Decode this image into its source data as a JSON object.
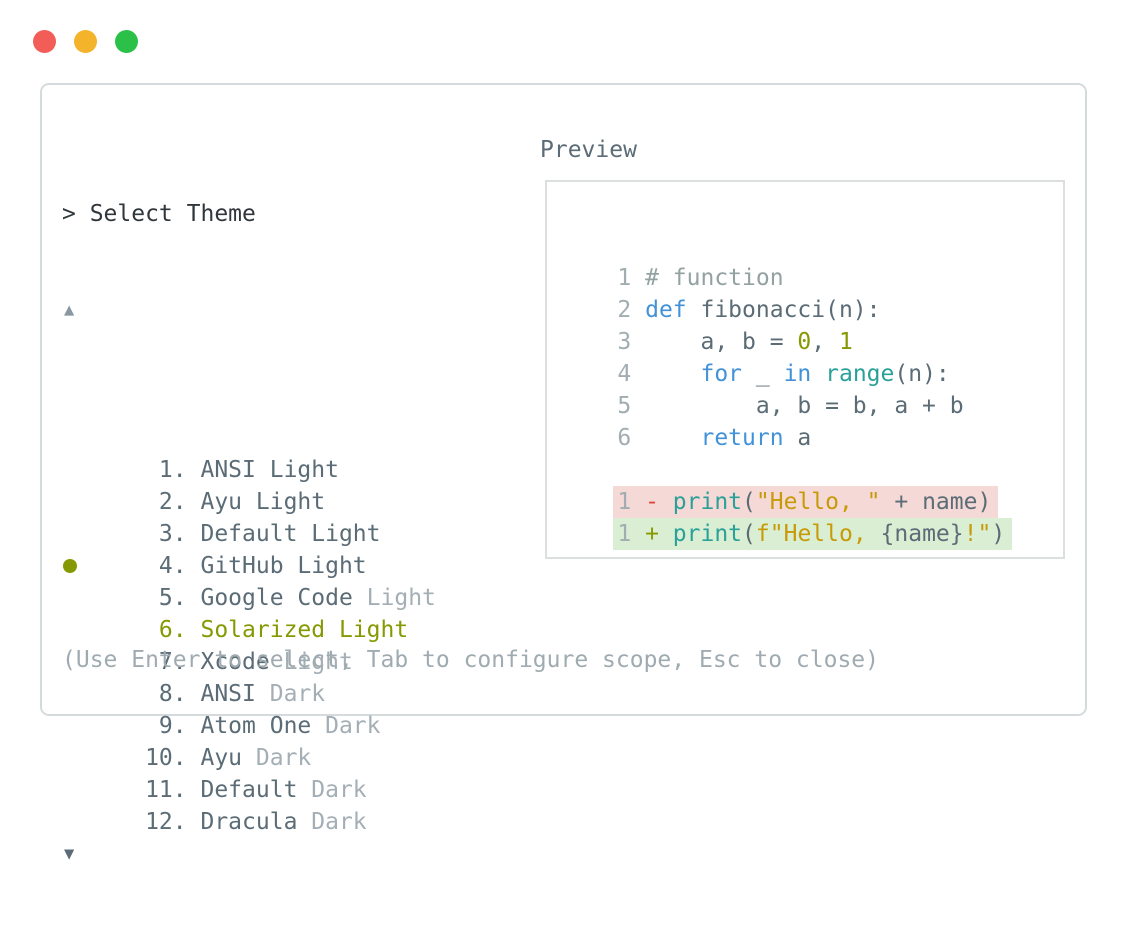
{
  "window": {
    "controls": [
      {
        "icon": "close-circle-icon",
        "color": "#f25d58"
      },
      {
        "icon": "minimize-circle-icon",
        "color": "#f3b32a"
      },
      {
        "icon": "zoom-circle-icon",
        "color": "#2bc148"
      }
    ]
  },
  "theme_picker": {
    "prompt": "> Select Theme",
    "scroll_up_icon": "▲",
    "scroll_down_icon": "▼",
    "items": [
      {
        "number": 1,
        "name": "ANSI",
        "variant": "Light",
        "selected": false,
        "muted_variant": false
      },
      {
        "number": 2,
        "name": "Ayu",
        "variant": "Light",
        "selected": false,
        "muted_variant": false
      },
      {
        "number": 3,
        "name": "Default",
        "variant": "Light",
        "selected": false,
        "muted_variant": false
      },
      {
        "number": 4,
        "name": "GitHub",
        "variant": "Light",
        "selected": false,
        "muted_variant": false
      },
      {
        "number": 5,
        "name": "Google Code",
        "variant": "Light",
        "selected": false,
        "muted_variant": true
      },
      {
        "number": 6,
        "name": "Solarized",
        "variant": "Light",
        "selected": true,
        "muted_variant": false
      },
      {
        "number": 7,
        "name": "Xcode",
        "variant": "Light",
        "selected": false,
        "muted_variant": true
      },
      {
        "number": 8,
        "name": "ANSI",
        "variant": "Dark",
        "selected": false,
        "muted_variant": true
      },
      {
        "number": 9,
        "name": "Atom One",
        "variant": "Dark",
        "selected": false,
        "muted_variant": true
      },
      {
        "number": 10,
        "name": "Ayu",
        "variant": "Dark",
        "selected": false,
        "muted_variant": true
      },
      {
        "number": 11,
        "name": "Default",
        "variant": "Dark",
        "selected": false,
        "muted_variant": true
      },
      {
        "number": 12,
        "name": "Dracula",
        "variant": "Dark",
        "selected": false,
        "muted_variant": true
      }
    ],
    "hint": "(Use Enter to select, Tab to configure scope, Esc to close)"
  },
  "preview": {
    "title": "Preview",
    "code_lines": [
      {
        "gutter": "1",
        "tokens": [
          {
            "t": "# function",
            "c": "cmt"
          }
        ]
      },
      {
        "gutter": "2",
        "tokens": [
          {
            "t": "def",
            "c": "kw"
          },
          {
            "t": " fibonacci(n):",
            "c": "def"
          }
        ]
      },
      {
        "gutter": "3",
        "tokens": [
          {
            "t": "    a, b = ",
            "c": "def"
          },
          {
            "t": "0",
            "c": "num"
          },
          {
            "t": ", ",
            "c": "def"
          },
          {
            "t": "1",
            "c": "num"
          }
        ]
      },
      {
        "gutter": "4",
        "tokens": [
          {
            "t": "    ",
            "c": "def"
          },
          {
            "t": "for",
            "c": "kw"
          },
          {
            "t": " _ ",
            "c": "def"
          },
          {
            "t": "in",
            "c": "kw"
          },
          {
            "t": " ",
            "c": "def"
          },
          {
            "t": "range",
            "c": "fn"
          },
          {
            "t": "(n):",
            "c": "def"
          }
        ]
      },
      {
        "gutter": "5",
        "tokens": [
          {
            "t": "        a, b = b, a + b",
            "c": "def"
          }
        ]
      },
      {
        "gutter": "6",
        "tokens": [
          {
            "t": "    ",
            "c": "def"
          },
          {
            "t": "return",
            "c": "kw"
          },
          {
            "t": " a",
            "c": "def"
          }
        ]
      },
      {
        "blank": true
      },
      {
        "gutter": "1",
        "bg": "removed",
        "tokens": [
          {
            "t": "- ",
            "c": "red"
          },
          {
            "t": "print",
            "c": "fn"
          },
          {
            "t": "(",
            "c": "def"
          },
          {
            "t": "\"Hello, \"",
            "c": "str"
          },
          {
            "t": " + name)",
            "c": "def"
          }
        ]
      },
      {
        "gutter": "1",
        "bg": "added",
        "tokens": [
          {
            "t": "+ ",
            "c": "add"
          },
          {
            "t": "print",
            "c": "fn"
          },
          {
            "t": "(",
            "c": "def"
          },
          {
            "t": "f\"Hello, ",
            "c": "str"
          },
          {
            "t": "{name}",
            "c": "def"
          },
          {
            "t": "!\"",
            "c": "str"
          },
          {
            "t": ")",
            "c": "def"
          }
        ]
      }
    ]
  },
  "colors": {
    "accent_selected": "#869903",
    "text_primary": "#30373c",
    "text_secondary": "#5b6c76",
    "text_muted": "#a4afb5",
    "text_hint": "#9fabb1",
    "syntax_keyword": "#4292d8",
    "syntax_function": "#2aa198",
    "syntax_number": "#869903",
    "syntax_string": "#c79a08",
    "syntax_comment": "#93a1a1",
    "diff_removed_fg": "#e0443c",
    "diff_added_fg": "#869903",
    "diff_removed_bg": "#f5d9d6",
    "diff_added_bg": "#daeed4",
    "panel_border": "#d5dbdc"
  }
}
